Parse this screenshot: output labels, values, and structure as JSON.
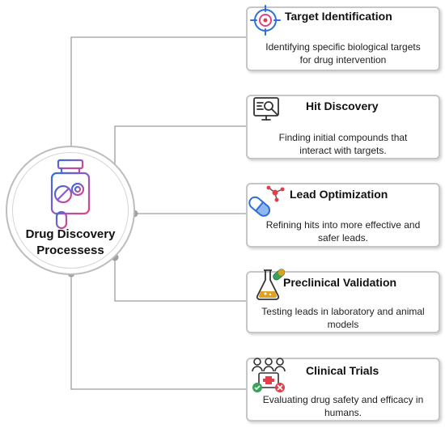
{
  "hub": {
    "title_line1": "Drug Discovery",
    "title_line2": "Processess",
    "icon": "medicine-bottle-icon"
  },
  "steps": [
    {
      "title": "Target Identification",
      "description_line1": "Identifying specific biological targets",
      "description_line2": "for drug intervention",
      "icon": "target-crosshair-icon"
    },
    {
      "title": "Hit Discovery",
      "description_line1": "Finding initial compounds that",
      "description_line2": "interact with targets.",
      "icon": "computer-analysis-icon"
    },
    {
      "title": "Lead Optimization",
      "description_line1": "Refining hits into more effective and",
      "description_line2": "safer leads.",
      "icon": "capsule-molecule-icon"
    },
    {
      "title": "Preclinical Validation",
      "description_line1": "Testing leads in laboratory and animal",
      "description_line2": "models",
      "icon": "flask-pill-icon"
    },
    {
      "title": "Clinical Trials",
      "description_line1": "Evaluating drug safety and efficacy in",
      "description_line2": "humans.",
      "icon": "patients-trial-icon"
    }
  ],
  "colors": {
    "connector": "#9e9e9e",
    "node": "#a0a0a0",
    "card_border": "#c6c6c6",
    "icon_blue": "#2f6fd6",
    "icon_pink": "#e0457b",
    "icon_purple": "#8b5cc7",
    "icon_gold": "#e0a020",
    "icon_red": "#e0404a",
    "icon_green": "#3aa35a"
  }
}
